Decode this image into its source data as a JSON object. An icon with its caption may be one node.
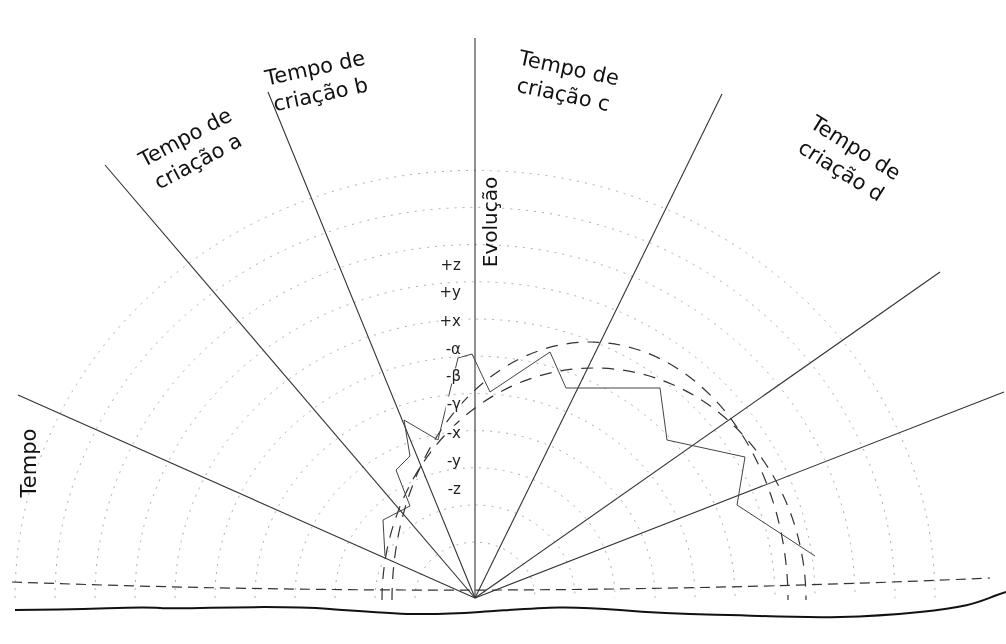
{
  "diagram": {
    "labels": [
      "Tempo de criação a",
      "Tempo de criação b",
      "Tempo de criação c",
      "Tempo de criação d",
      "Evolução",
      "+z",
      "+y",
      "+x",
      "-α",
      "-β",
      "-γ",
      "-x",
      "-y",
      "-z",
      "Tempo"
    ]
  }
}
